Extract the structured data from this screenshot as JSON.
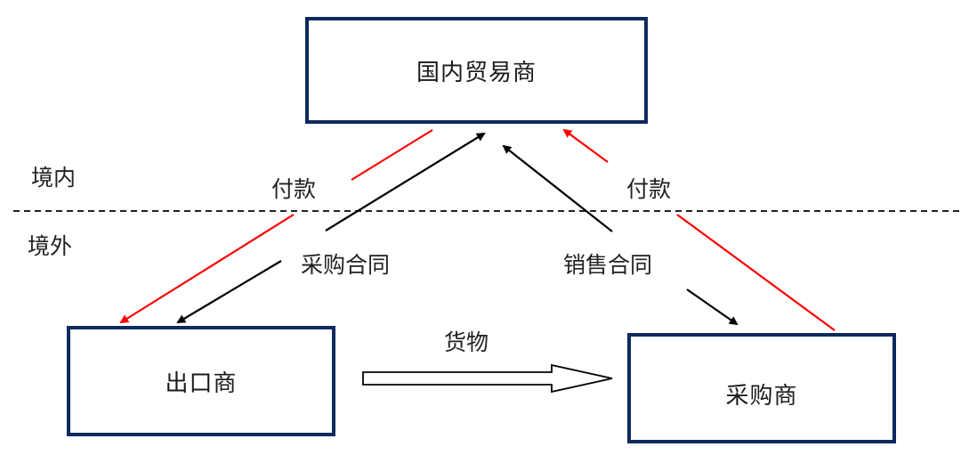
{
  "diagram": {
    "regions": {
      "domestic": "境内",
      "overseas": "境外"
    },
    "nodes": {
      "domestic_trader": "国内贸易商",
      "exporter": "出口商",
      "purchaser": "采购商"
    },
    "edge_labels": {
      "payment_left": "付款",
      "payment_right": "付款",
      "purchase_contract": "采购合同",
      "sales_contract": "销售合同",
      "goods": "货物"
    },
    "colors": {
      "box_border": "#0d2a5e",
      "payment_arrow": "#ff0000",
      "contract_arrow": "#000000",
      "divider": "#000000"
    }
  }
}
